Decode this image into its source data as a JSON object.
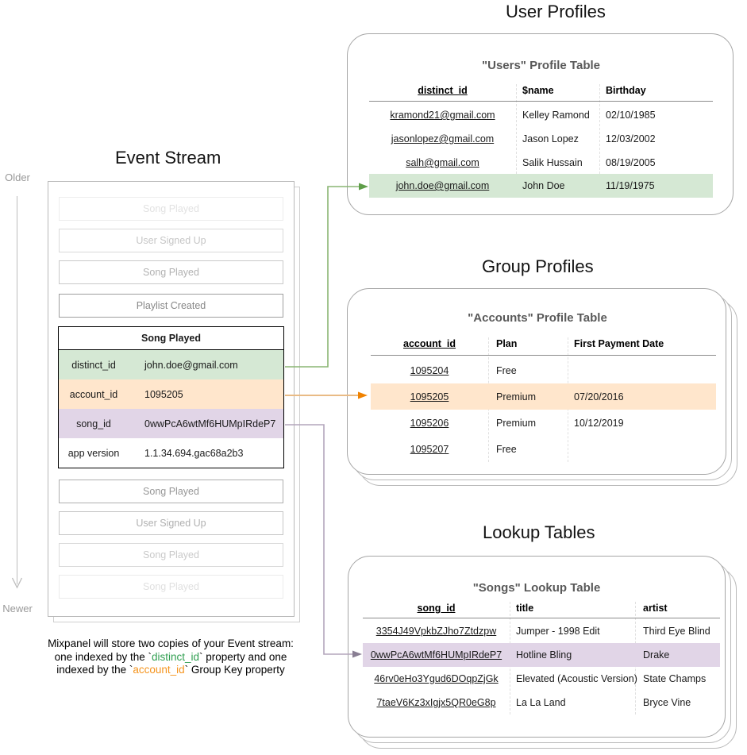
{
  "titles": {
    "event_stream": "Event Stream",
    "user_profiles": "User Profiles",
    "group_profiles": "Group Profiles",
    "lookup_tables": "Lookup Tables"
  },
  "timeline": {
    "older": "Older",
    "newer": "Newer"
  },
  "event_stream": {
    "events_before": [
      "Song Played",
      "User Signed Up",
      "Song Played",
      "Playlist Created"
    ],
    "event_card": {
      "title": "Song Played",
      "properties": [
        {
          "key": "distinct_id",
          "value": "john.doe@gmail.com",
          "highlight": "green"
        },
        {
          "key": "account_id",
          "value": "1095205",
          "highlight": "orange"
        },
        {
          "key": "song_id",
          "value": "0wwPcA6wtMf6HUMpIRdeP7",
          "highlight": "purple"
        },
        {
          "key": "app version",
          "value": "1.1.34.694.gac68a2b3",
          "highlight": "none"
        }
      ]
    },
    "events_after": [
      "Song Played",
      "User Signed Up",
      "Song Played",
      "Song Played"
    ]
  },
  "caption": {
    "line1": "Mixpanel will store two copies of your Event stream:",
    "line2_pre": "one indexed by the `",
    "line2_key": "distinct_id",
    "line2_post": "` property and one",
    "line3_pre": "indexed by the `",
    "line3_key": "account_id",
    "line3_post": "` Group Key property"
  },
  "users_table": {
    "title": "\"Users\" Profile Table",
    "headers": [
      "distinct_id",
      "$name",
      "Birthday"
    ],
    "rows": [
      {
        "distinct_id": "kramond21@gmail.com",
        "name": "Kelley Ramond",
        "birthday": "02/10/1985"
      },
      {
        "distinct_id": "jasonlopez@gmail.com",
        "name": "Jason Lopez",
        "birthday": "12/03/2002"
      },
      {
        "distinct_id": "salh@gmail.com",
        "name": "Salik Hussain",
        "birthday": "08/19/2005"
      },
      {
        "distinct_id": "john.doe@gmail.com",
        "name": "John Doe",
        "birthday": "11/19/1975"
      }
    ],
    "highlighted_row": 3
  },
  "accounts_table": {
    "title": "\"Accounts\" Profile Table",
    "headers": [
      "account_id",
      "Plan",
      "First Payment Date"
    ],
    "rows": [
      {
        "account_id": "1095204",
        "plan": "Free",
        "first_payment_date": ""
      },
      {
        "account_id": "1095205",
        "plan": "Premium",
        "first_payment_date": "07/20/2016"
      },
      {
        "account_id": "1095206",
        "plan": "Premium",
        "first_payment_date": "10/12/2019"
      },
      {
        "account_id": "1095207",
        "plan": "Free",
        "first_payment_date": ""
      }
    ],
    "highlighted_row": 1
  },
  "songs_table": {
    "title": "\"Songs\" Lookup Table",
    "headers": [
      "song_id",
      "title",
      "artist"
    ],
    "rows": [
      {
        "song_id": "3354J49VpkbZJho7Ztdzpw",
        "title": "Jumper - 1998 Edit",
        "artist": "Third Eye Blind"
      },
      {
        "song_id": "0wwPcA6wtMf6HUMpIRdeP7",
        "title": "Hotline Bling",
        "artist": "Drake"
      },
      {
        "song_id": "46rv0eHo3Ygud6DOqpZjGk",
        "title": "Elevated (Acoustic Version)",
        "artist": "State Champs"
      },
      {
        "song_id": "7taeV6Kz3xIgjx5QR0eG8p",
        "title": "La La Land",
        "artist": "Bryce Vine"
      }
    ],
    "highlighted_row": 1
  },
  "colors": {
    "green_highlight": "#d5e8d4",
    "orange_highlight": "#ffe6cc",
    "purple_highlight": "#e1d5e7",
    "green_arrow_line": "#8ab573",
    "green_arrow_head": "#5f9e49",
    "orange_arrow_line": "#e9bb85",
    "orange_arrow_head": "#f08200",
    "purple_arrow_line": "#b3a6bc",
    "purple_arrow_head": "#897e93",
    "distinct_id_text": "#2e9e4f",
    "account_id_text": "#f5941d"
  }
}
